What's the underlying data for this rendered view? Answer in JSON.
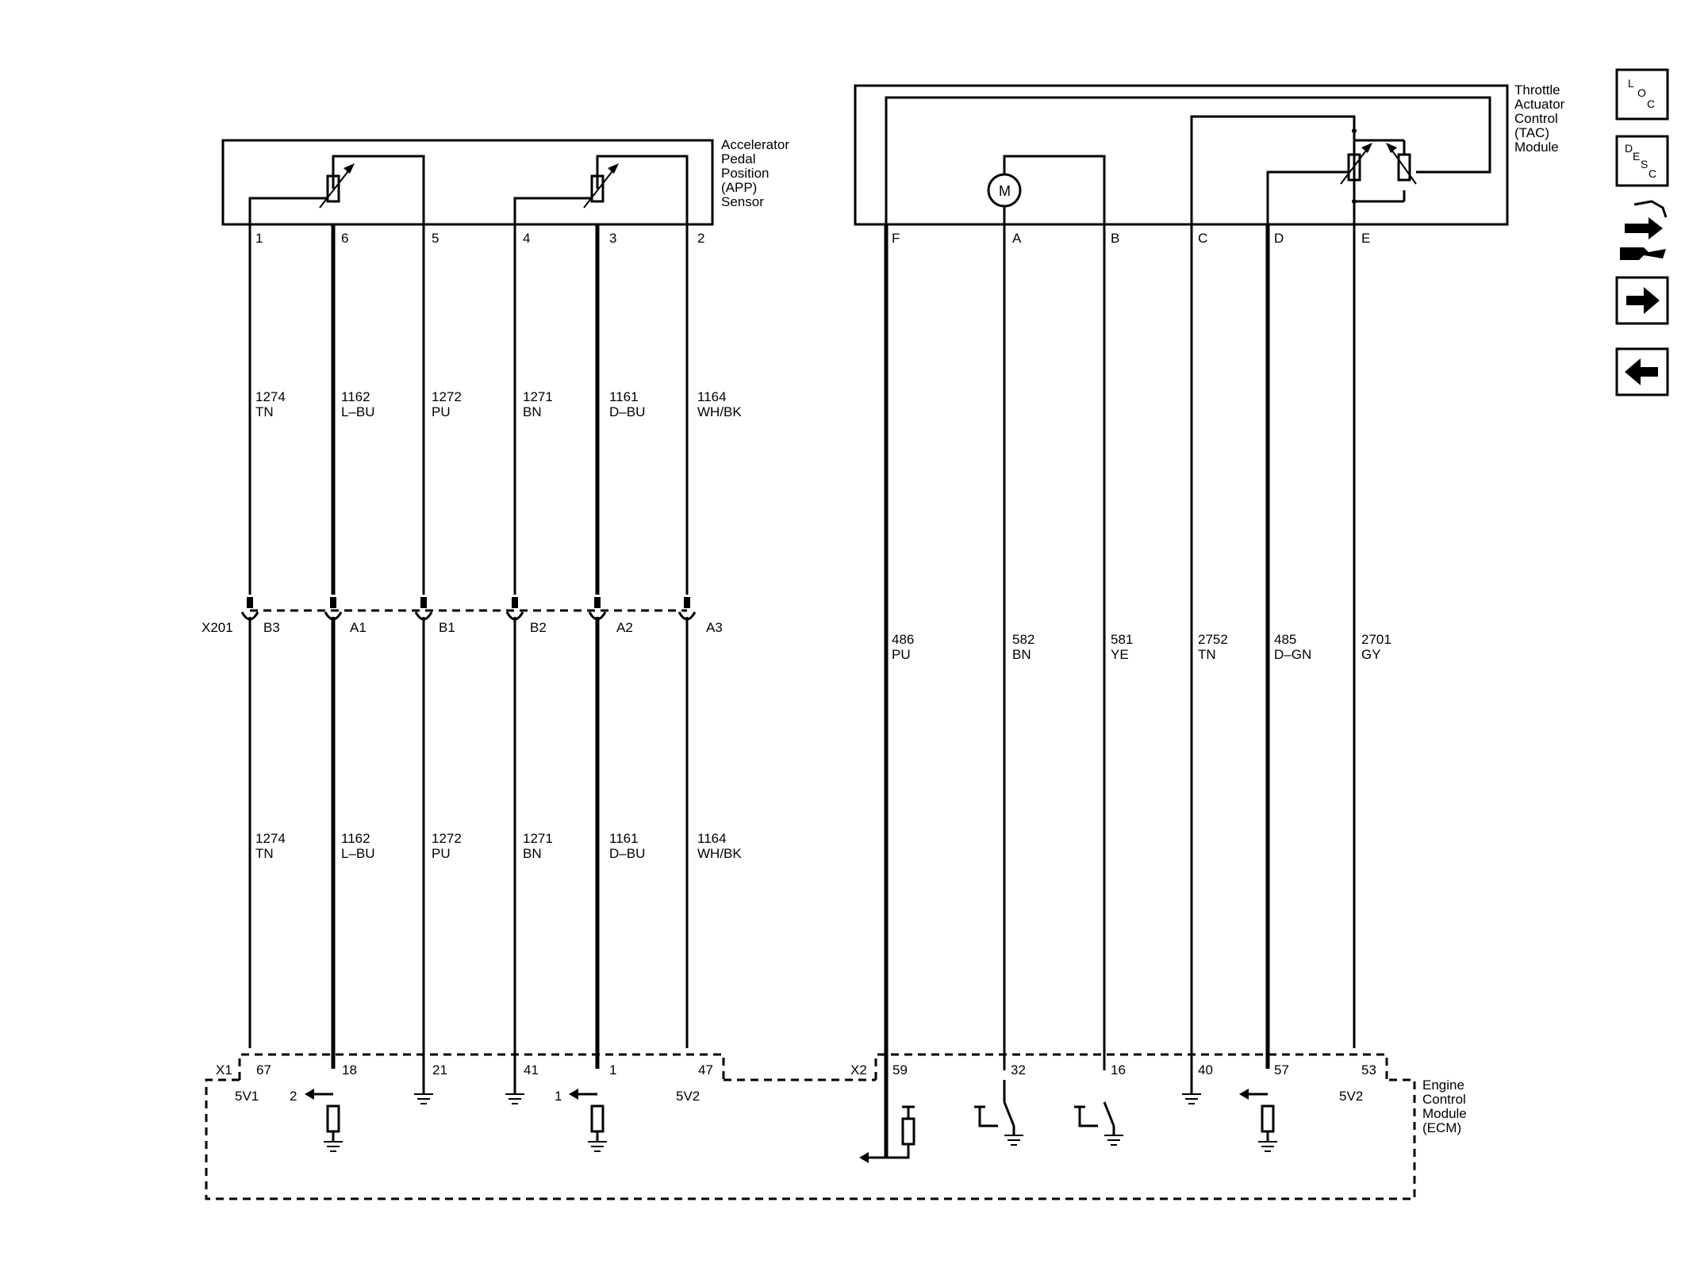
{
  "app_sensor": {
    "name": [
      "Accelerator",
      "Pedal",
      "Position",
      "(APP)",
      "Sensor"
    ],
    "pins": [
      "1",
      "6",
      "5",
      "4",
      "3",
      "2"
    ]
  },
  "tac_module": {
    "name": [
      "Throttle",
      "Actuator",
      "Control",
      "(TAC)",
      "Module"
    ],
    "pins": [
      "F",
      "A",
      "B",
      "C",
      "D",
      "E"
    ],
    "motor_label": "M"
  },
  "ecm": {
    "name": [
      "Engine",
      "Control",
      "Module",
      "(ECM)"
    ],
    "connector_x1": "X1",
    "connector_x2": "X2",
    "x1_pins": [
      "67",
      "18",
      "21",
      "41",
      "1",
      "47"
    ],
    "x2_pins": [
      "59",
      "32",
      "16",
      "40",
      "57",
      "53"
    ],
    "refs": {
      "v5v1": "5V1",
      "v5v2_left": "5V2",
      "v5v2_right": "5V2",
      "signal2": "2",
      "signal1": "1"
    }
  },
  "inline_connector": {
    "name": "X201",
    "cavities": [
      "B3",
      "A1",
      "B1",
      "B2",
      "A2",
      "A3"
    ]
  },
  "app_circuits": [
    {
      "num": "1274",
      "color": "TN"
    },
    {
      "num": "1162",
      "color": "L–BU"
    },
    {
      "num": "1272",
      "color": "PU"
    },
    {
      "num": "1271",
      "color": "BN"
    },
    {
      "num": "1161",
      "color": "D–BU"
    },
    {
      "num": "1164",
      "color": "WH/BK"
    }
  ],
  "tac_circuits": [
    {
      "num": "486",
      "color": "PU"
    },
    {
      "num": "582",
      "color": "BN"
    },
    {
      "num": "581",
      "color": "YE"
    },
    {
      "num": "2752",
      "color": "TN"
    },
    {
      "num": "485",
      "color": "D–GN"
    },
    {
      "num": "2701",
      "color": "GY"
    }
  ],
  "nav": {
    "loc": {
      "l1": "L",
      "l2": "O",
      "l3": "C"
    },
    "desc": {
      "l1": "D",
      "l2": "E",
      "l3": "S",
      "l4": "C"
    }
  }
}
